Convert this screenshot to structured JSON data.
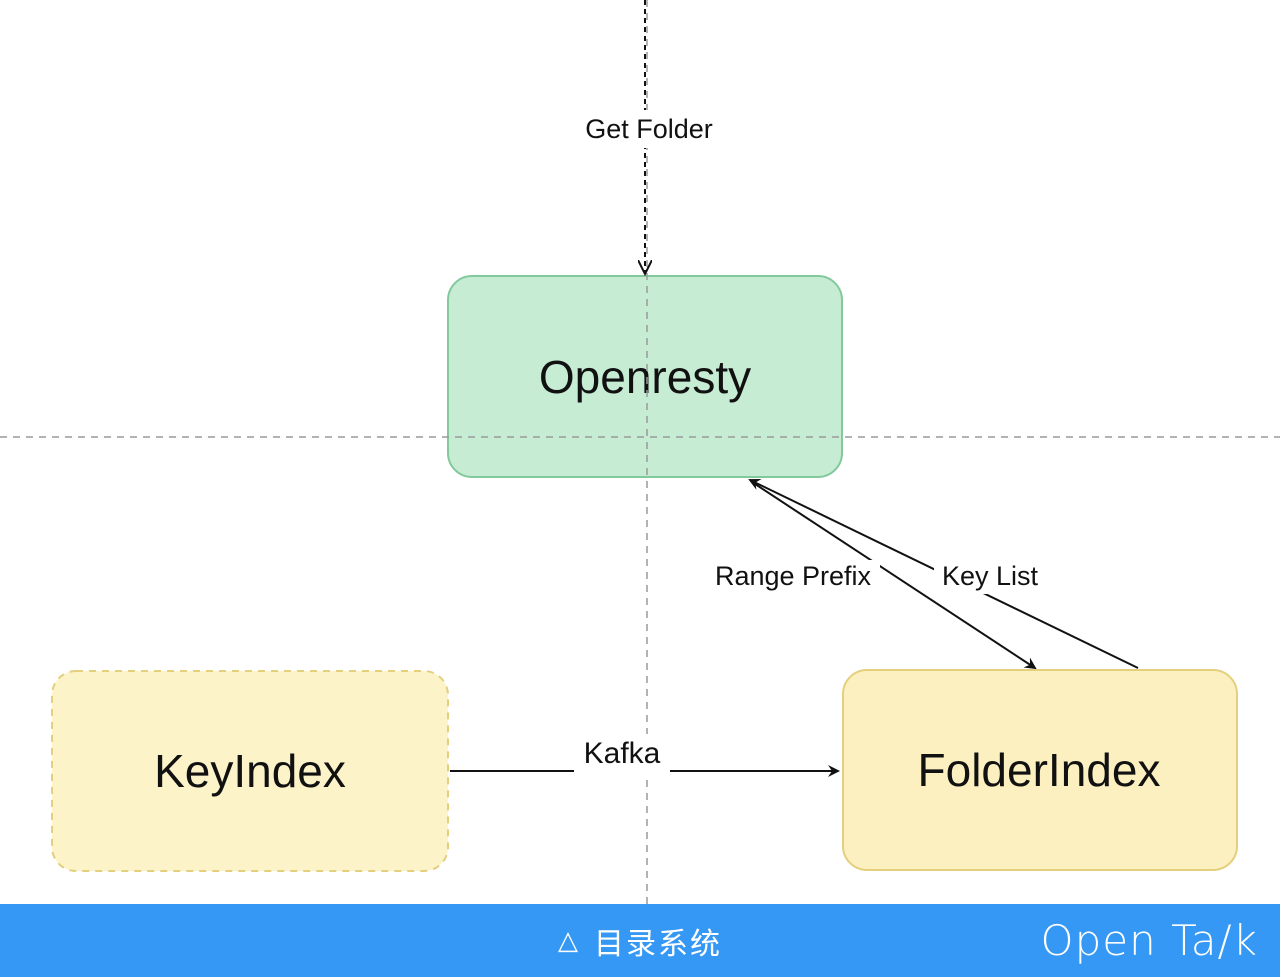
{
  "diagram": {
    "nodes": {
      "openresty": {
        "label": "Openresty",
        "fill": "#c6ecd4",
        "stroke": "#82c99b"
      },
      "keyindex": {
        "label": "KeyIndex",
        "fill": "#fdf3c9",
        "stroke": "#e3cf7c"
      },
      "folderindex": {
        "label": "FolderIndex",
        "fill": "#fdf0c0",
        "stroke": "#e3cf7c"
      }
    },
    "edges": {
      "get_folder": "Get Folder",
      "range_prefix": "Range Prefix",
      "key_list": "Key List",
      "kafka": "Kafka"
    }
  },
  "footer": {
    "caption_icon": "△",
    "caption": "目录系统",
    "brand": "Open Ta/k",
    "background": "#3598f4"
  }
}
